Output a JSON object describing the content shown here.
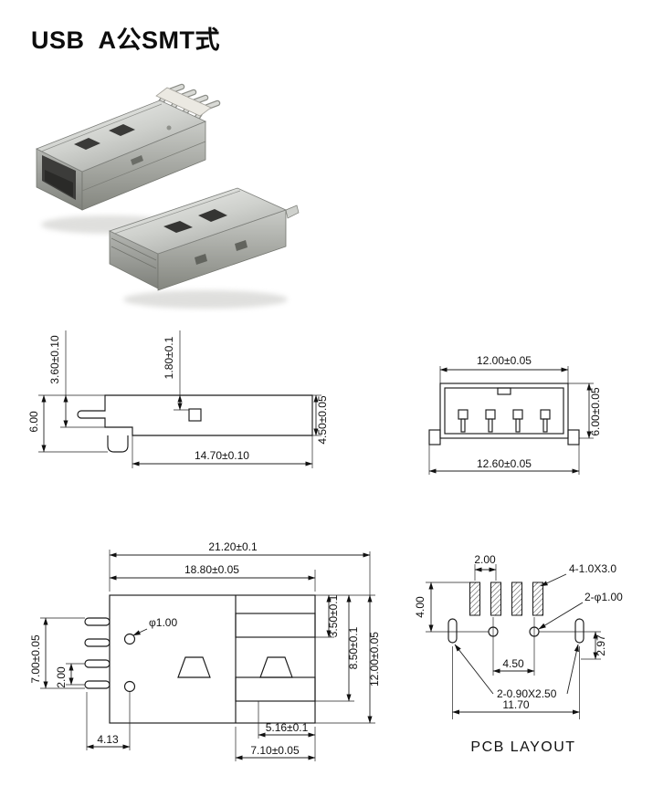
{
  "title": "USB  A公SMT式",
  "side_view": {
    "dim_3_60": "3.60±0.10",
    "dim_1_80": "1.80±0.1",
    "dim_6_00": "6.00",
    "dim_4_50": "4.50±0.05",
    "dim_14_70": "14.70±0.10"
  },
  "front_view": {
    "dim_12_00": "12.00±0.05",
    "dim_6_00": "6.00±0.05",
    "dim_12_60": "12.60±0.05"
  },
  "top_view": {
    "dim_21_20": "21.20±0.1",
    "dim_18_80": "18.80±0.05",
    "dim_7_00": "7.00±0.05",
    "dim_2_00": "2.00",
    "dim_hole": "φ1.00",
    "dim_3_50": "3.50±0.1",
    "dim_8_50": "8.50±0.1",
    "dim_12_00": "12.00±0.05",
    "dim_5_16": "5.16±0.1",
    "dim_4_13": "4.13",
    "dim_7_10": "7.10±0.05"
  },
  "pcb_layout": {
    "caption": "PCB LAYOUT",
    "dim_2_00": "2.00",
    "label_pads": "4-1.0X3.0",
    "label_holes": "2-φ1.00",
    "dim_4_00": "4.00",
    "dim_2_97": "2.97",
    "dim_4_50": "4.50",
    "label_slots": "2-0.90X2.50",
    "dim_11_70": "11.70"
  }
}
